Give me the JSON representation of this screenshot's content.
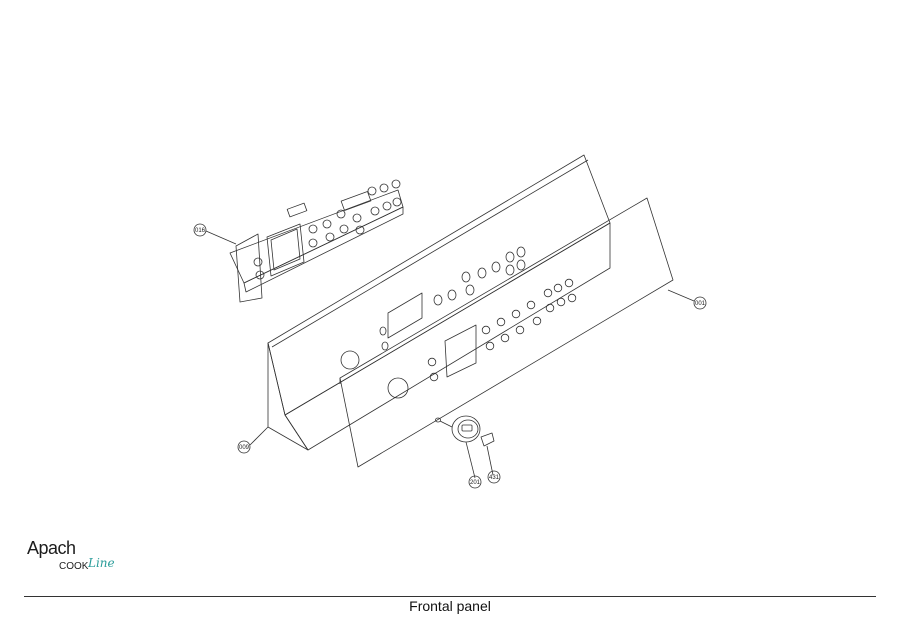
{
  "logo": {
    "brand": "Apach",
    "sub": "COOK",
    "line": "Line"
  },
  "caption": "Frontal panel",
  "callouts": {
    "c016": "016",
    "c001": "001",
    "c009": "009",
    "c201": "201",
    "c431": "431"
  },
  "colors": {
    "line": "#222222",
    "accent": "#2a9d9a"
  }
}
